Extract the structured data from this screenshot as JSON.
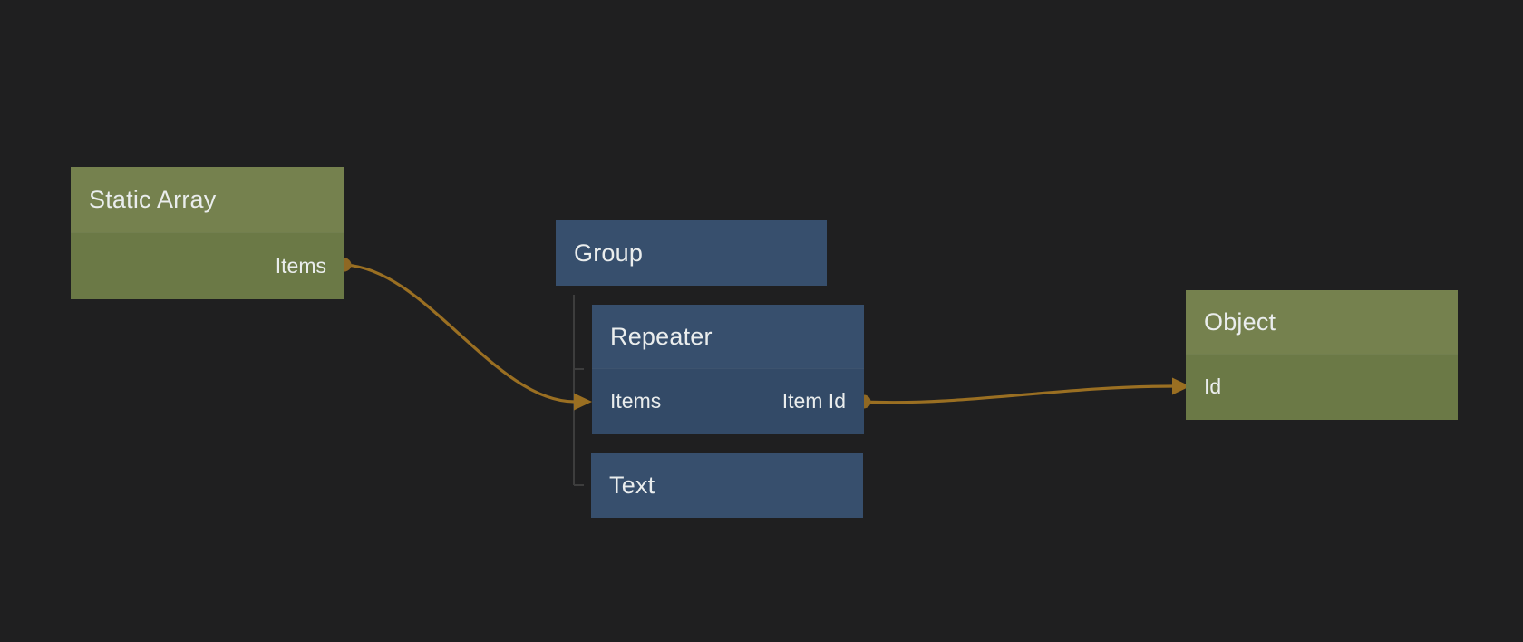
{
  "colors": {
    "background": "#1f1f20",
    "node_green_header": "#75814e",
    "node_green_body": "#6b7946",
    "node_blue_header": "#374f6d",
    "node_blue_body": "#334a67",
    "node_text": "#eaeded",
    "connection": "#9a6f22",
    "port_dot": "#8f6823",
    "hierarchy_line": "#3d3d3d"
  },
  "nodes": {
    "static_array": {
      "title": "Static Array",
      "outputs": [
        "Items"
      ]
    },
    "group": {
      "title": "Group"
    },
    "repeater": {
      "title": "Repeater",
      "inputs": [
        "Items"
      ],
      "outputs": [
        "Item Id"
      ]
    },
    "text": {
      "title": "Text"
    },
    "object": {
      "title": "Object",
      "inputs": [
        "Id"
      ]
    }
  },
  "connections": [
    {
      "from_node": "Static Array",
      "from_port": "Items",
      "to_node": "Repeater",
      "to_port": "Items"
    },
    {
      "from_node": "Repeater",
      "from_port": "Item Id",
      "to_node": "Object",
      "to_port": "Id"
    }
  ],
  "hierarchy": {
    "parent": "Group",
    "children": [
      "Repeater",
      "Text"
    ]
  }
}
